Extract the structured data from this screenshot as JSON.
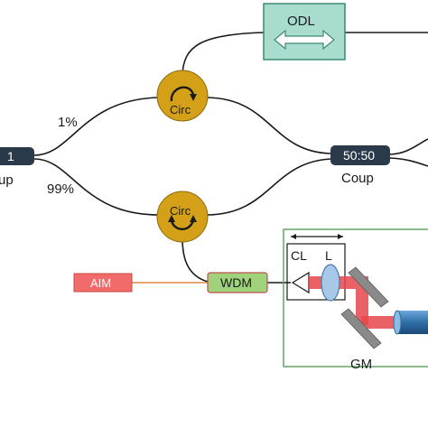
{
  "components": {
    "coupler_left": {
      "label": "1",
      "caption": "up"
    },
    "coupler_right": {
      "label": "50:50",
      "caption": "Coup"
    },
    "circulator_top": {
      "label": "Circ"
    },
    "circulator_bottom": {
      "label": "Circ"
    },
    "odl": {
      "label": "ODL"
    },
    "wdm": {
      "label": "WDM"
    },
    "aim": {
      "label": "AIM"
    },
    "split_top": {
      "label": "1%"
    },
    "split_bottom": {
      "label": "99%"
    },
    "cl": {
      "label": "CL"
    },
    "lens": {
      "label": "L"
    },
    "galvo": {
      "label": "GM"
    }
  },
  "colors": {
    "fiber": "#1a1a1a",
    "circulator_fill": "#d4a017",
    "odl_fill": "#a8dccf",
    "odl_border": "#3a8a70",
    "wdm_fill": "#9fd27a",
    "wdm_border": "#c0504d",
    "aim_fill": "#f26b6b",
    "coupler_fill": "#2b3a4a",
    "beam": "#e8474b",
    "lens_fill": "#a8c8e8",
    "mirror": "#8a8a8a",
    "source": "#2e6ea6",
    "box_border": "#5aa05a",
    "aim_line": "#e08a3c"
  }
}
